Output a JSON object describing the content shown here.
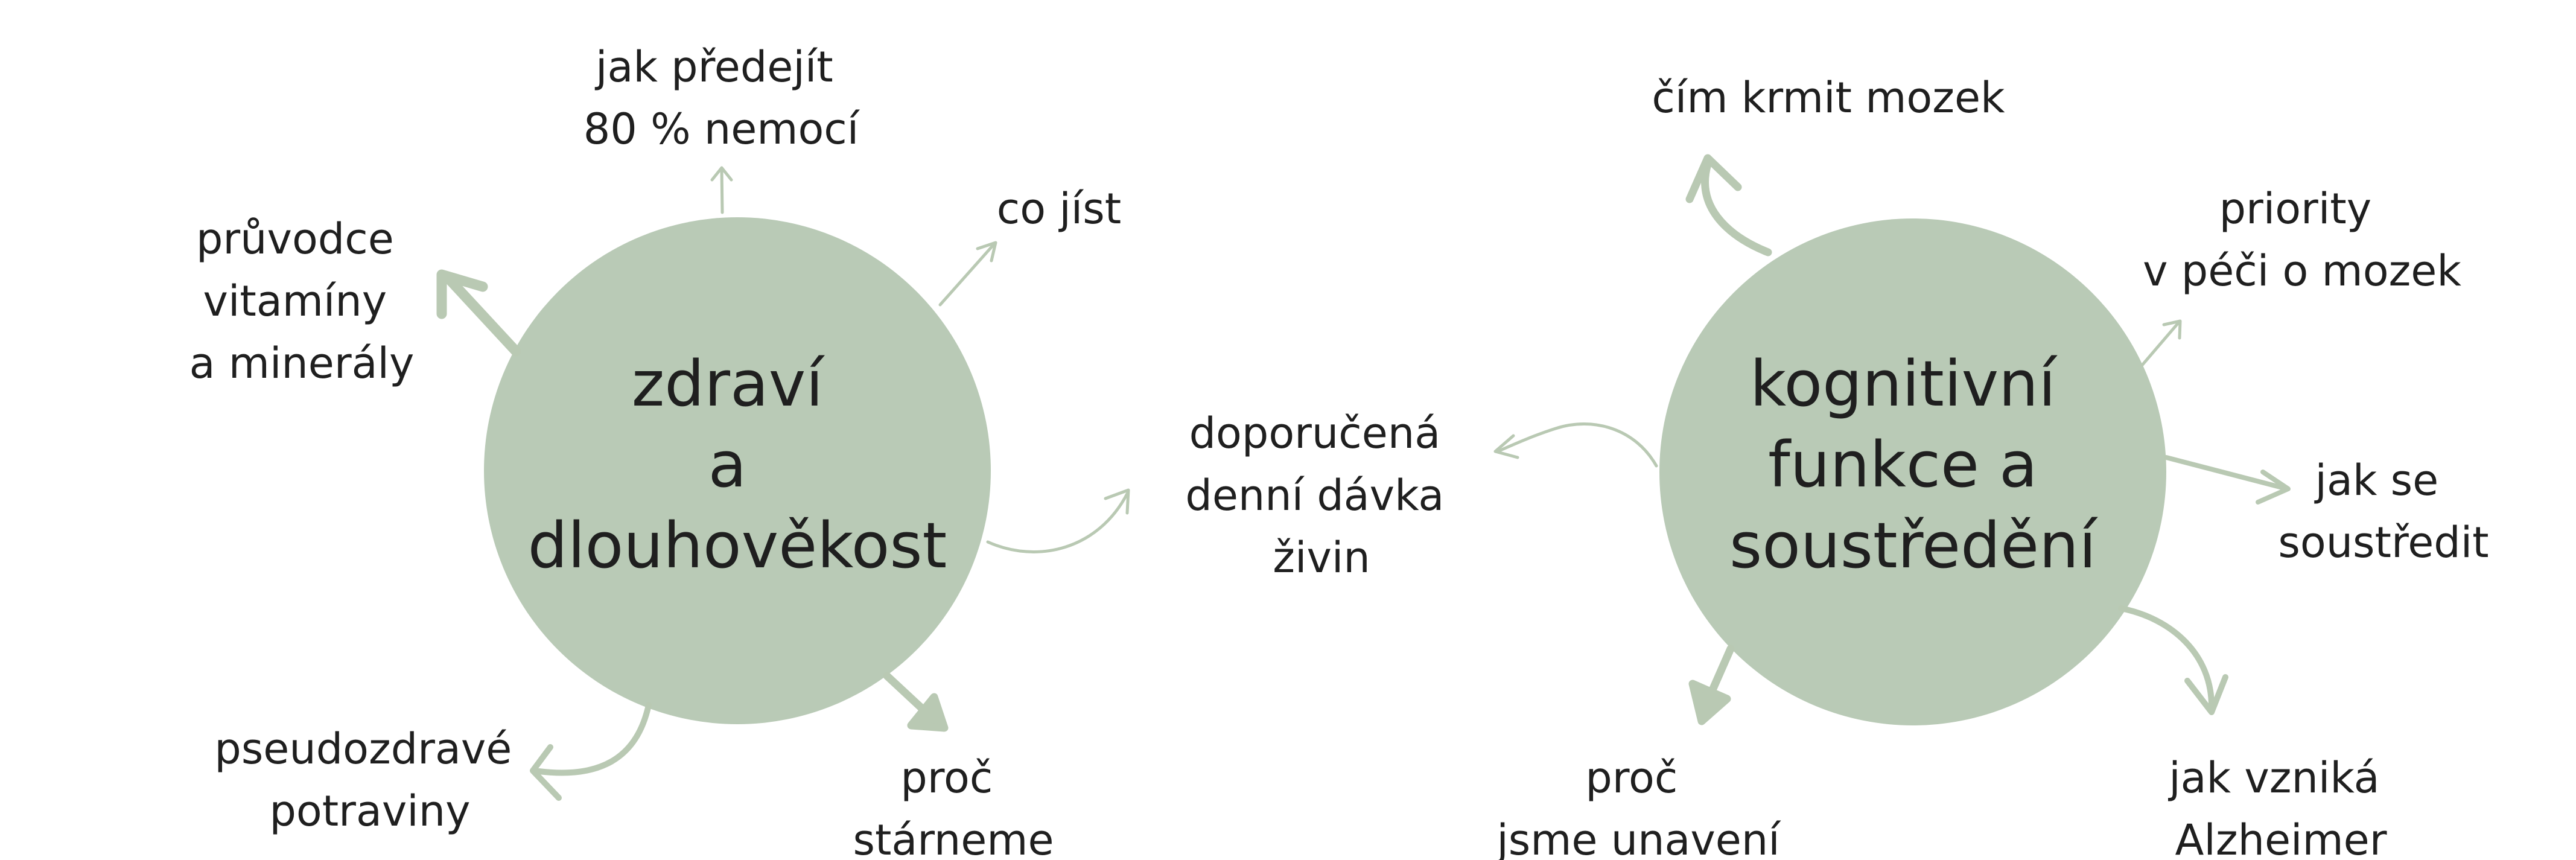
{
  "colors": {
    "circle_fill": "#b9cab6",
    "arrow": "#b9c9b3",
    "text": "#1f1f1f"
  },
  "left_circle": {
    "lines": [
      "zdraví",
      "a",
      "dlouhověkost"
    ]
  },
  "right_circle": {
    "lines": [
      "kognitivní",
      "funkce a",
      "soustředění"
    ]
  },
  "topics": {
    "predejit": [
      "jak předejít",
      "80 % nemocí"
    ],
    "co_jist": [
      "co jíst"
    ],
    "pruvodce": [
      "průvodce",
      "vitamíny",
      "a minerály"
    ],
    "davka": [
      "doporučená",
      "denní dávka",
      "živin"
    ],
    "pseudo": [
      "pseudozdravé",
      "potraviny"
    ],
    "starneme": [
      "proč",
      "stárneme"
    ],
    "krmit": [
      "čím krmit mozek"
    ],
    "priority": [
      "priority",
      "v péči o mozek"
    ],
    "soustredit": [
      "jak se",
      "soustředit"
    ],
    "unaveni": [
      "proč",
      "jsme unavení"
    ],
    "alzheimer": [
      "jak vzniká",
      "Alzheimer"
    ]
  }
}
